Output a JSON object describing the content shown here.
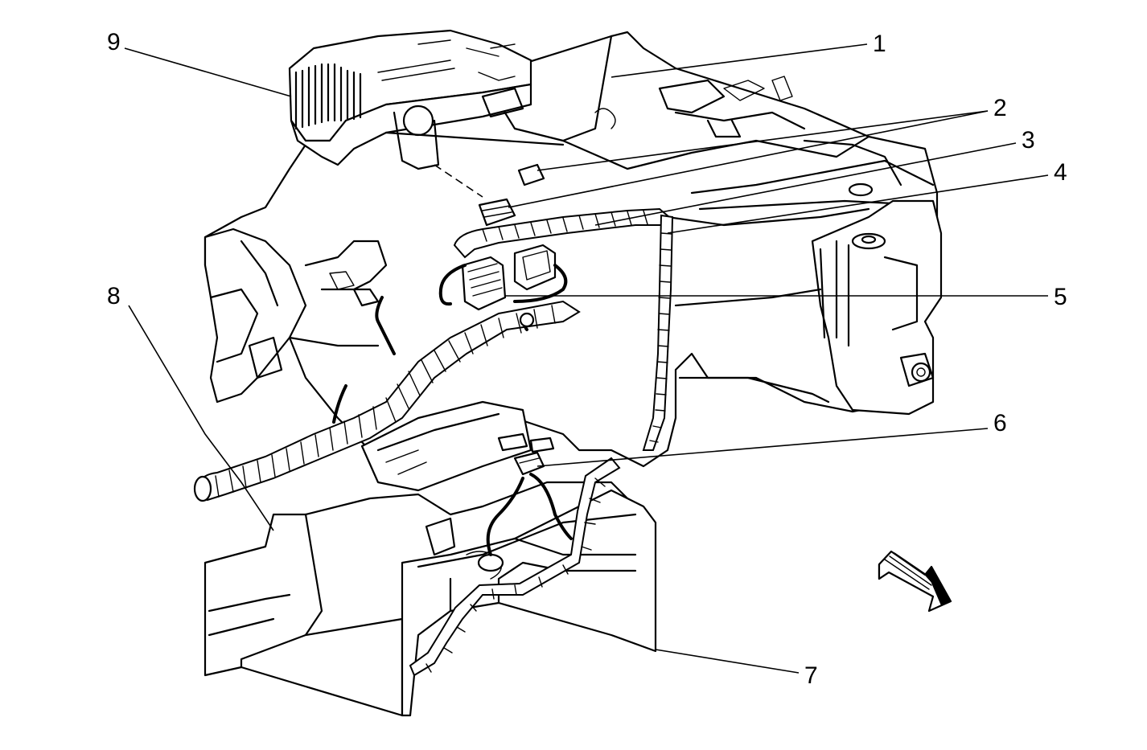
{
  "diagram": {
    "callouts": [
      {
        "id": "1",
        "text": "1"
      },
      {
        "id": "2",
        "text": "2"
      },
      {
        "id": "3",
        "text": "3"
      },
      {
        "id": "4",
        "text": "4"
      },
      {
        "id": "5",
        "text": "5"
      },
      {
        "id": "6",
        "text": "6"
      },
      {
        "id": "7",
        "text": "7"
      },
      {
        "id": "8",
        "text": "8"
      },
      {
        "id": "9",
        "text": "9"
      }
    ],
    "direction_arrow_icon": "front-direction-arrow-icon",
    "colors": {
      "line": "#000000",
      "background": "#ffffff"
    }
  }
}
